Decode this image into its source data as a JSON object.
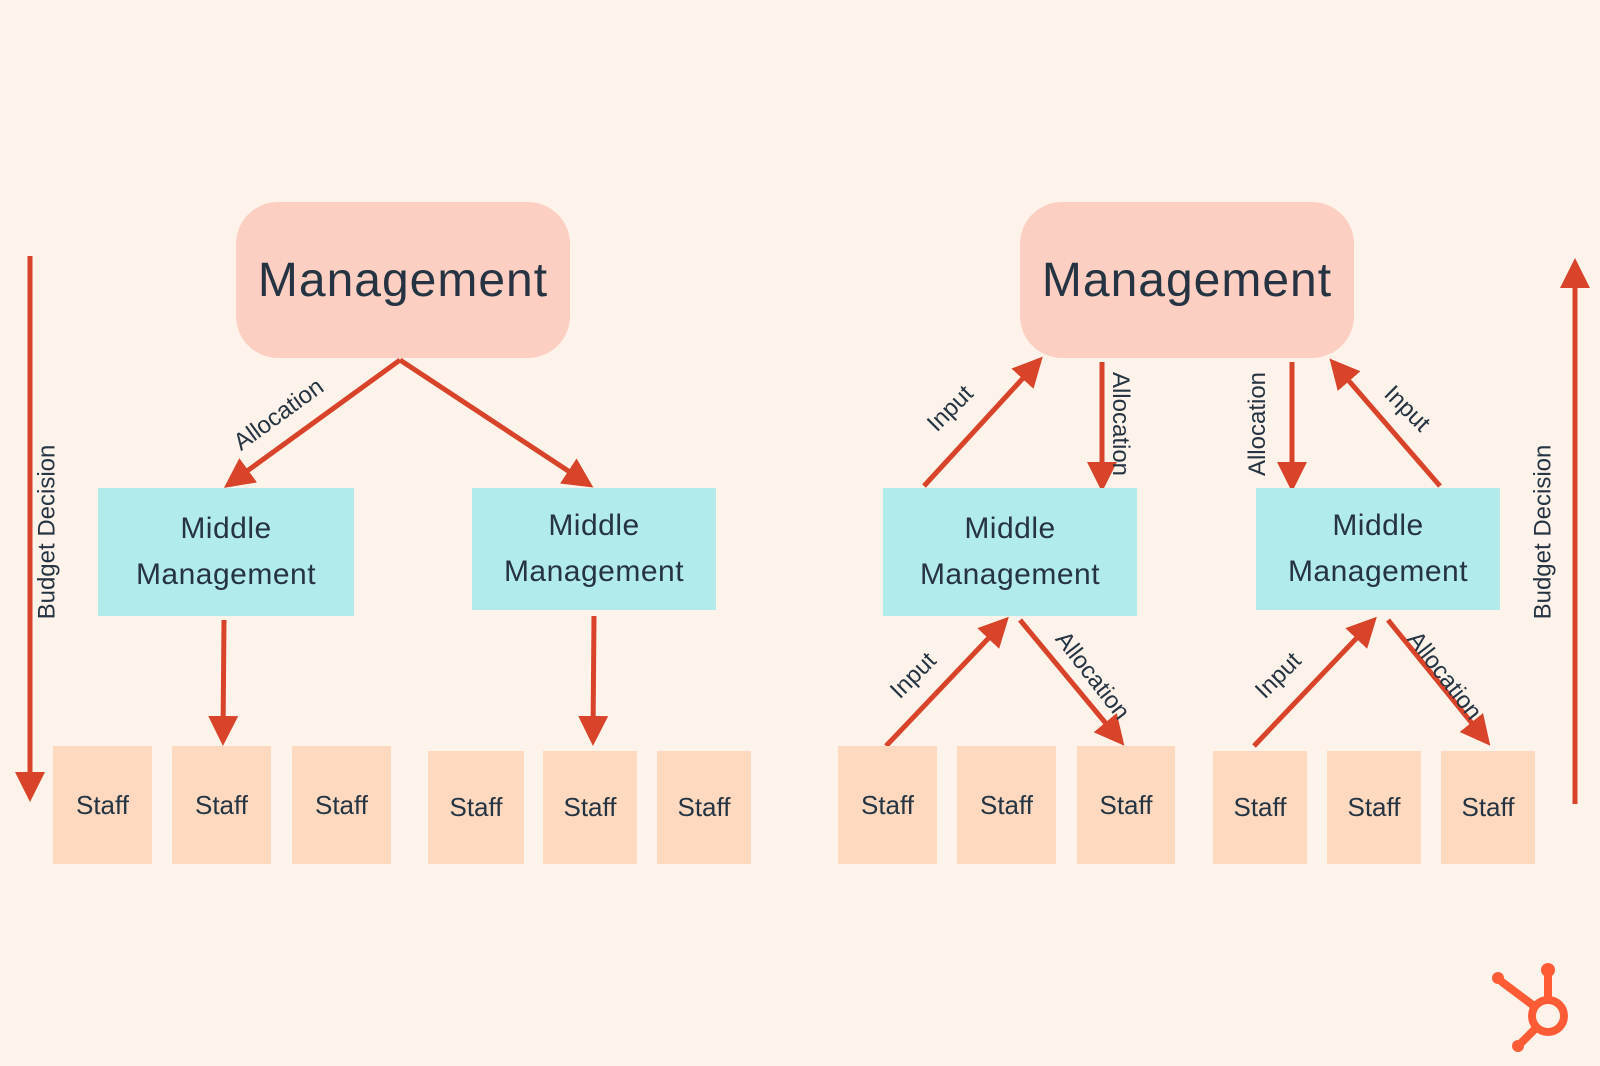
{
  "left": {
    "top": "Management",
    "middle": [
      "Middle Management",
      "Middle Management"
    ],
    "staff": [
      "Staff",
      "Staff",
      "Staff",
      "Staff",
      "Staff",
      "Staff"
    ],
    "allocation_label": "Allocation",
    "axis_label": "Budget Decision"
  },
  "right": {
    "top": "Management",
    "middle": [
      "Middle Management",
      "Middle Management"
    ],
    "staff": [
      "Staff",
      "Staff",
      "Staff",
      "Staff",
      "Staff",
      "Staff"
    ],
    "input_label": "Input",
    "allocation_label": "Allocation",
    "axis_label": "Budget Decision"
  },
  "colors": {
    "background": "#fdf3ea",
    "arrow": "#d9432a",
    "management": "#fccfc2",
    "middle": "#b2ebeb",
    "staff": "#fed9bf"
  },
  "logo_icon": "hubspot-sprocket-icon"
}
